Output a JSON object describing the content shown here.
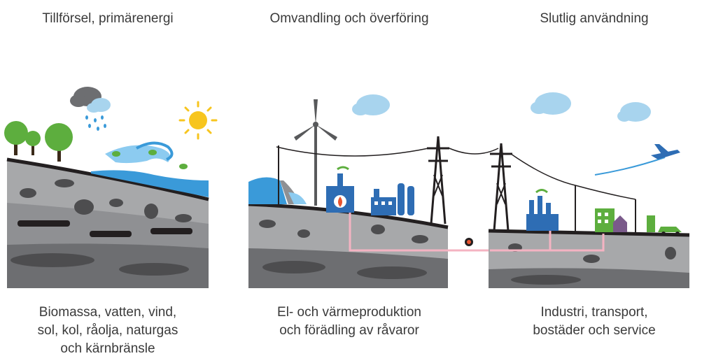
{
  "columns": [
    {
      "title": "Tillförsel, primärenergi",
      "caption": [
        "Biomassa, vatten, vind,",
        "sol, kol, råolja, naturgas",
        "och kärnbränsle"
      ]
    },
    {
      "title": "Omvandling och överföring",
      "caption": [
        "El- och värmeproduktion",
        "och förädling av råvaror"
      ]
    },
    {
      "title": "Slutlig användning",
      "caption": [
        "Industri, transport,",
        "bostäder och service"
      ]
    }
  ],
  "colors": {
    "ground_light": "#a7a8aa",
    "ground_dark": "#6d6e71",
    "ground_line": "#231f20",
    "water": "#3a9ad9",
    "sky_cloud": "#a8d4ee",
    "tree": "#5dae3e",
    "sun": "#f7c51e",
    "factory": "#2e6db4",
    "pipe": "#f4b3c2"
  }
}
